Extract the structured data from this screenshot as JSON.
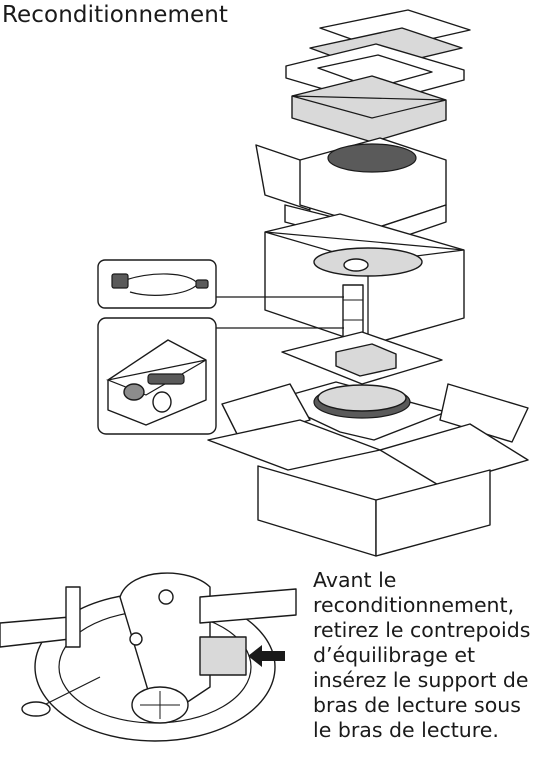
{
  "title": "Reconditionnement",
  "caption_lines": [
    "Avant le",
    "reconditionnement,",
    "retirez le contrepoids",
    "d’équilibrage et",
    "insérez le support de",
    "bras de lecture sous",
    "le bras de lecture."
  ]
}
